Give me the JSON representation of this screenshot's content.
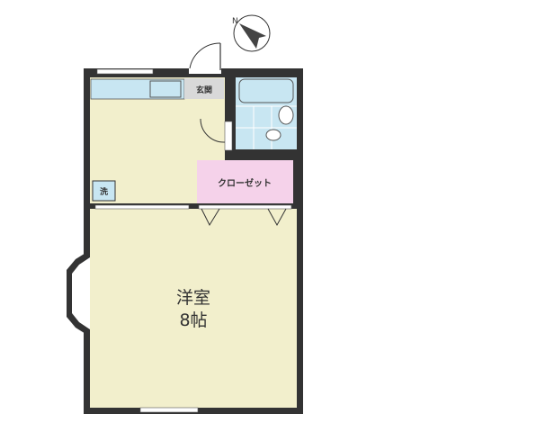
{
  "rooms": {
    "entrance": "玄関",
    "washbasin": "洗",
    "closet": "クローゼット",
    "western_room_line1": "洋室",
    "western_room_line2": "8帖"
  },
  "compass_icon": "north-arrow-icon",
  "colors": {
    "wall": "#333333",
    "floor": "#f2efcc",
    "wet_area": "#c8e6f2",
    "closet": "#f5d2ea",
    "entrance": "#d9d9d9"
  }
}
